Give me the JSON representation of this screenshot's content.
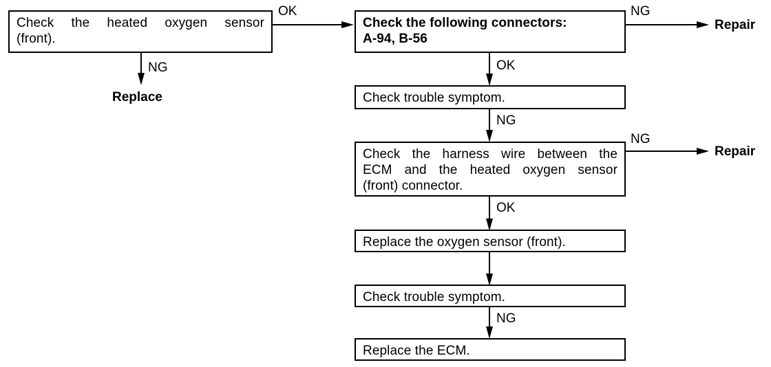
{
  "flow": {
    "left_box": {
      "line1": "Check the heated oxygen sensor",
      "line2": "(front)."
    },
    "box_connectors": {
      "line1": "Check the following connectors:",
      "line2": "A-94, B-56"
    },
    "box_symptom_1": "Check trouble symptom.",
    "box_harness": {
      "line1": "Check the harness wire between the",
      "line2": "ECM and the heated oxygen sensor",
      "line3": "(front) connector."
    },
    "box_replace_sensor": "Replace the oxygen sensor (front).",
    "box_symptom_2": "Check trouble symptom.",
    "box_replace_ecm": "Replace the ECM."
  },
  "labels": {
    "ok_top": "OK",
    "ng_left": "NG",
    "replace": "Replace",
    "ng_top_right": "NG",
    "repair_top": "Repair",
    "ok_connectors": "OK",
    "ng_symptom_1": "NG",
    "ng_harness": "NG",
    "repair_harness": "Repair",
    "ok_harness": "OK",
    "ng_symptom_2": "NG"
  }
}
